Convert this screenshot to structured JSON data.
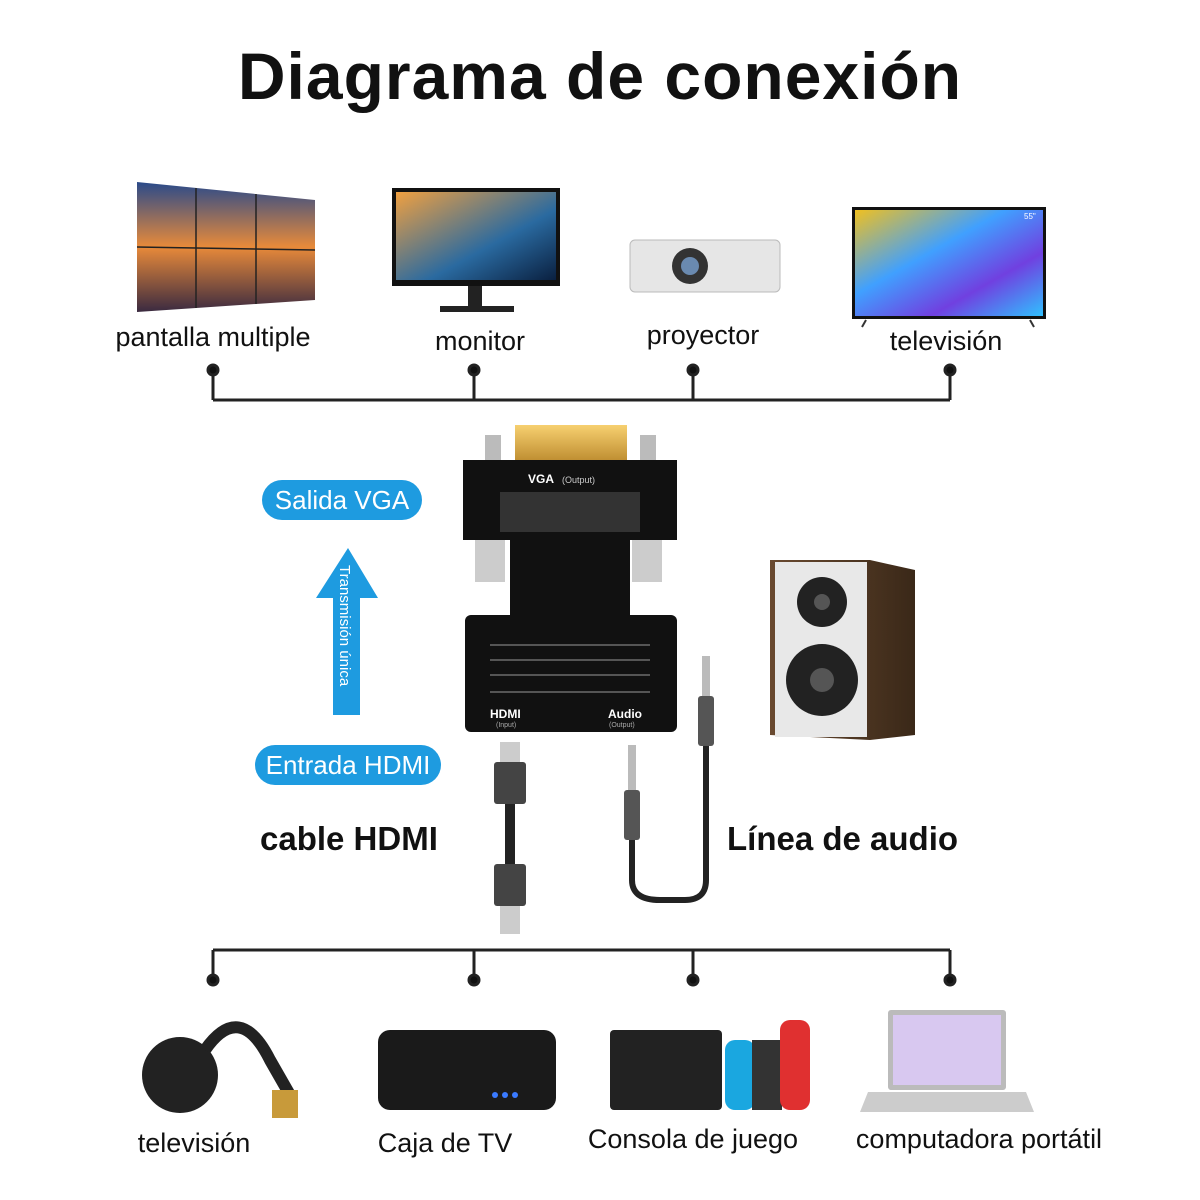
{
  "title": "Diagrama de conexión",
  "outputs": [
    {
      "label": "pantalla multiple",
      "icon": "video-wall-icon"
    },
    {
      "label": "monitor",
      "icon": "monitor-icon"
    },
    {
      "label": "proyector",
      "icon": "projector-icon"
    },
    {
      "label": "televisión",
      "icon": "tv-icon"
    }
  ],
  "tv_size_badge": "55\"",
  "adapter": {
    "vga_label": "VGA",
    "vga_sub": "(Output)",
    "hdmi_label": "HDMI",
    "hdmi_sub": "(Input)",
    "audio_label": "Audio",
    "audio_sub": "(Output)"
  },
  "pills": {
    "vga_out": "Salida VGA",
    "hdmi_in": "Entrada HDMI"
  },
  "arrow_text": "Transmisión única",
  "cables": {
    "hdmi": "cable HDMI",
    "audio": "Línea de audio"
  },
  "inputs": [
    {
      "label": "televisión",
      "icon": "tv-stick-icon"
    },
    {
      "label": "Caja de TV",
      "icon": "tv-box-icon"
    },
    {
      "label": "Consola de juego",
      "icon": "game-console-icon"
    },
    {
      "label": "computadora portátil",
      "icon": "laptop-icon"
    }
  ],
  "colors": {
    "accent": "#1e9be0",
    "line": "#222222"
  }
}
